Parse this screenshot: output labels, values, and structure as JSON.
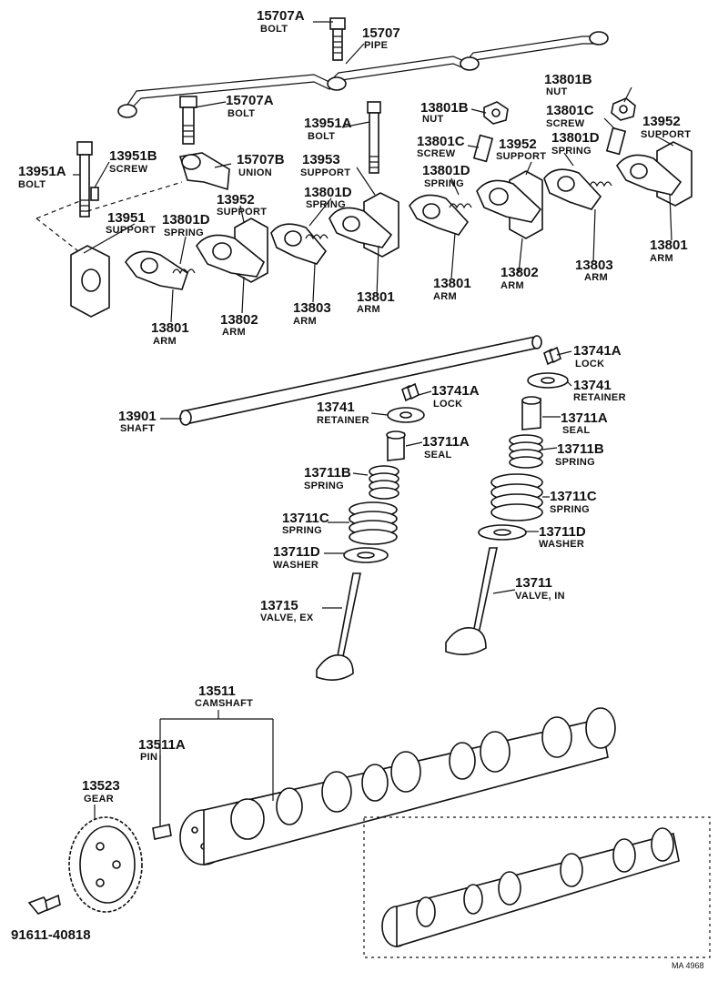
{
  "parts": [
    {
      "id": "p01",
      "number": "15707A",
      "name": "BOLT"
    },
    {
      "id": "p02",
      "number": "15707",
      "name": "PIPE"
    },
    {
      "id": "p03",
      "number": "15707A",
      "name": "BOLT"
    },
    {
      "id": "p04",
      "number": "13801B",
      "name": "NUT"
    },
    {
      "id": "p05",
      "number": "13801B",
      "name": "NUT"
    },
    {
      "id": "p06",
      "number": "13801C",
      "name": "SCREW"
    },
    {
      "id": "p07",
      "number": "13952",
      "name": "SUPPORT"
    },
    {
      "id": "p08",
      "number": "13951A",
      "name": "BOLT"
    },
    {
      "id": "p09",
      "number": "13801C",
      "name": "SCREW"
    },
    {
      "id": "p10",
      "number": "13952",
      "name": "SUPPORT"
    },
    {
      "id": "p11",
      "number": "13801D",
      "name": "SPRING"
    },
    {
      "id": "p12",
      "number": "13951B",
      "name": "SCREW"
    },
    {
      "id": "p13",
      "number": "15707B",
      "name": "UNION"
    },
    {
      "id": "p14",
      "number": "13953",
      "name": "SUPPORT"
    },
    {
      "id": "p15",
      "number": "13801D",
      "name": "SPRING"
    },
    {
      "id": "p16",
      "number": "13951A",
      "name": "BOLT"
    },
    {
      "id": "p17",
      "number": "13801D",
      "name": "SPRING"
    },
    {
      "id": "p18",
      "number": "13952",
      "name": "SUPPORT"
    },
    {
      "id": "p19",
      "number": "13951",
      "name": "SUPPORT"
    },
    {
      "id": "p20",
      "number": "13801D",
      "name": "SPRING"
    },
    {
      "id": "p21",
      "number": "13801",
      "name": "ARM"
    },
    {
      "id": "p22",
      "number": "13803",
      "name": "ARM"
    },
    {
      "id": "p23",
      "number": "13802",
      "name": "ARM"
    },
    {
      "id": "p24",
      "number": "13801",
      "name": "ARM"
    },
    {
      "id": "p25",
      "number": "13803",
      "name": "ARM"
    },
    {
      "id": "p26",
      "number": "13801",
      "name": "ARM"
    },
    {
      "id": "p27",
      "number": "13802",
      "name": "ARM"
    },
    {
      "id": "p28",
      "number": "13801",
      "name": "ARM"
    },
    {
      "id": "p29",
      "number": "13741A",
      "name": "LOCK"
    },
    {
      "id": "p30",
      "number": "13741",
      "name": "RETAINER"
    },
    {
      "id": "p31",
      "number": "13741A",
      "name": "LOCK"
    },
    {
      "id": "p32",
      "number": "13901",
      "name": "SHAFT"
    },
    {
      "id": "p33",
      "number": "13741",
      "name": "RETAINER"
    },
    {
      "id": "p34",
      "number": "13711A",
      "name": "SEAL"
    },
    {
      "id": "p35",
      "number": "13711A",
      "name": "SEAL"
    },
    {
      "id": "p36",
      "number": "13711B",
      "name": "SPRING"
    },
    {
      "id": "p37",
      "number": "13711B",
      "name": "SPRING"
    },
    {
      "id": "p38",
      "number": "13711C",
      "name": "SPRING"
    },
    {
      "id": "p39",
      "number": "13711C",
      "name": "SPRING"
    },
    {
      "id": "p40",
      "number": "13711D",
      "name": "WASHER"
    },
    {
      "id": "p41",
      "number": "13711D",
      "name": "WASHER"
    },
    {
      "id": "p42",
      "number": "13711",
      "name": "VALVE, IN"
    },
    {
      "id": "p43",
      "number": "13715",
      "name": "VALVE, EX"
    },
    {
      "id": "p44",
      "number": "13511",
      "name": "CAMSHAFT"
    },
    {
      "id": "p45",
      "number": "13511A",
      "name": "PIN"
    },
    {
      "id": "p46",
      "number": "13523",
      "name": "GEAR"
    },
    {
      "id": "p47",
      "number": "91611-40818",
      "name": ""
    }
  ],
  "diagram_code": "MA 4968"
}
